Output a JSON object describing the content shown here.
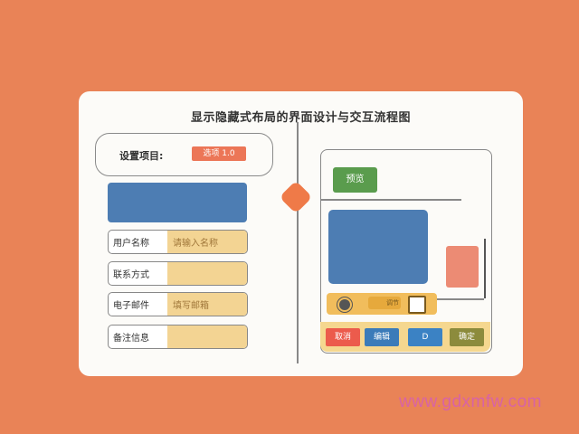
{
  "background_color": "#e98357",
  "card": {
    "title": "显示隐藏式布局的界面设计与交互流程图",
    "bubble": {
      "label": "设置项目:",
      "tag": "选项 1.0"
    },
    "form_rows": [
      {
        "label": "用户名称",
        "value": "请输入名称"
      },
      {
        "label": "联系方式",
        "value": ""
      },
      {
        "label": "电子邮件",
        "value": "填写邮箱"
      },
      {
        "label": "备注信息",
        "value": ""
      }
    ]
  },
  "right_panel": {
    "badge": "预览",
    "toolbar": {
      "slider_label": "调节",
      "icon": "camera-icon",
      "doc_icon": "document-icon"
    },
    "buttons": [
      {
        "label": "取消",
        "color": "#ec5b4c"
      },
      {
        "label": "编辑",
        "color": "#3b7bb9"
      },
      {
        "label": "D",
        "color": "#3b82c4"
      },
      {
        "label": "确定",
        "color": "#8c8b3c"
      }
    ]
  },
  "colors": {
    "blue": "#4d7db3",
    "orange": "#ef7a48",
    "green": "#5a9c4d",
    "yellow": "#f3d493",
    "salmon": "#ec8b74"
  },
  "watermark": "www.gdxmfw.com"
}
